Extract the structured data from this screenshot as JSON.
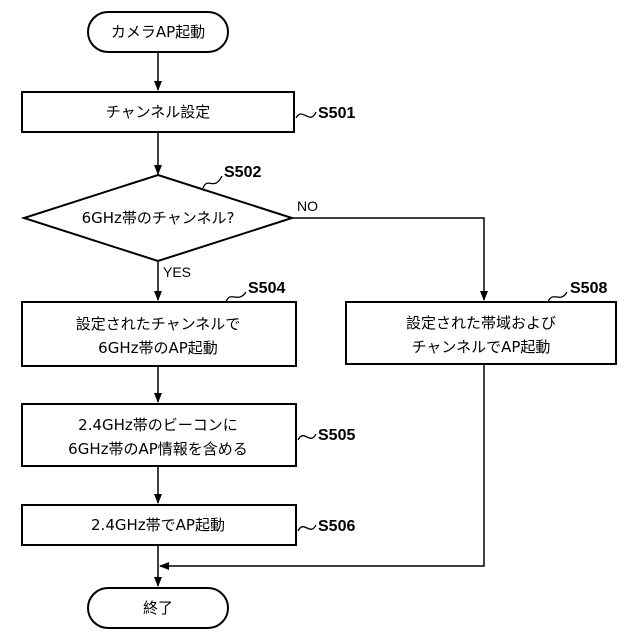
{
  "start": {
    "text": "カメラAP起動"
  },
  "s501": {
    "text": "チャンネル設定",
    "label": "S501"
  },
  "s502": {
    "text": "6GHz帯のチャンネル?",
    "label": "S502",
    "yes": "YES",
    "no": "NO"
  },
  "s504": {
    "line1": "設定されたチャンネルで",
    "line2": "6GHz帯のAP起動",
    "label": "S504"
  },
  "s505": {
    "line1": "2.4GHz帯のビーコンに",
    "line2": "6GHz帯のAP情報を含める",
    "label": "S505"
  },
  "s506": {
    "text": "2.4GHz帯でAP起動",
    "label": "S506"
  },
  "s508": {
    "line1": "設定された帯域および",
    "line2": "チャンネルでAP起動",
    "label": "S508"
  },
  "end": {
    "text": "終了"
  }
}
